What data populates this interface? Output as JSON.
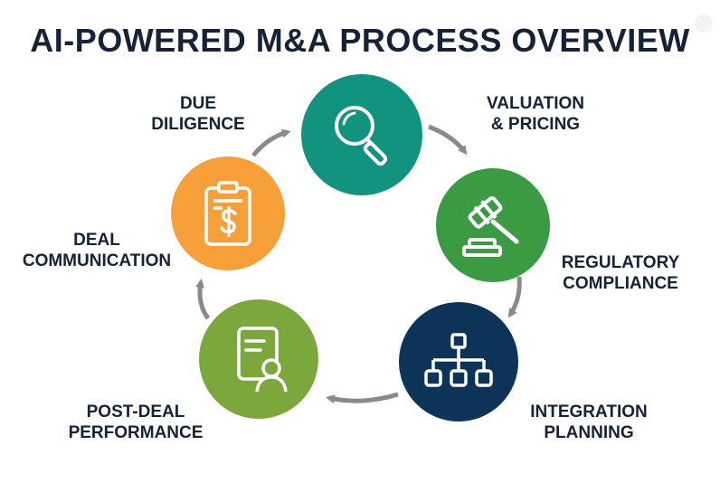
{
  "title": "AI-POWERED M&A PROCESS OVERVIEW",
  "colors": {
    "title": "#152238",
    "teal": "#12937f",
    "green": "#3a9b43",
    "navy": "#0d3458",
    "lime": "#7ba73c",
    "orange": "#f7a03a",
    "arrow": "#8a8a8a",
    "icon_stroke": "#ffffff"
  },
  "steps": [
    {
      "id": "due-diligence",
      "label_lines": [
        "DUE",
        "DILIGENCE"
      ],
      "icon": "magnifying-glass-icon",
      "color": "teal"
    },
    {
      "id": "valuation",
      "label_lines": [
        "VALUATION",
        "& PRICING"
      ],
      "icon": "gavel-icon",
      "color": "green"
    },
    {
      "id": "regulatory",
      "label_lines": [
        "REGULATORY",
        "COMPLIANCE"
      ],
      "icon": "org-chart-icon",
      "color": "navy"
    },
    {
      "id": "integration",
      "label_lines": [
        "INTEGRATION",
        "PLANNING"
      ],
      "icon": "document-person-icon",
      "color": "lime"
    },
    {
      "id": "post-deal",
      "label_lines": [
        "POST-DEAL",
        "PERFORMANCE"
      ],
      "icon": "clipboard-dollar-icon",
      "color": "orange"
    },
    {
      "id": "deal-communication",
      "label_lines": [
        "DEAL",
        "COMMUNICATION"
      ]
    }
  ]
}
